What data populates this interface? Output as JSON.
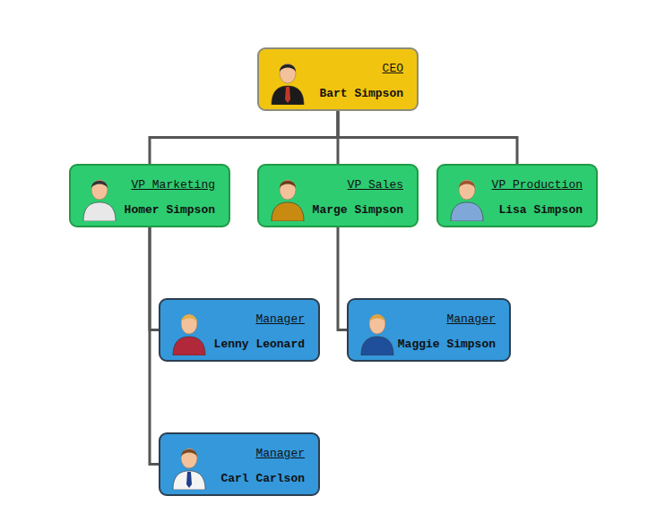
{
  "diagram": {
    "nodes": [
      {
        "text": [
          "CEO",
          "Bart Simpson"
        ]
      },
      {
        "text": [
          "VP Marketing",
          "Homer Simpson"
        ]
      },
      {
        "text": [
          "VP Sales",
          "Marge Simpson"
        ]
      },
      {
        "text": [
          "VP Production",
          "Lisa Simpson"
        ]
      },
      {
        "text": [
          "Manager",
          "Lenny Leonard"
        ]
      },
      {
        "text": [
          "Manager",
          "Maggie Simpson"
        ]
      },
      {
        "text": [
          "Manager",
          "Carl Carlson"
        ]
      }
    ],
    "edges": [
      {
        "from": 0,
        "to": 1,
        "arrow": "none"
      },
      {
        "from": 0,
        "to": 2,
        "arrow": "none"
      },
      {
        "from": 0,
        "to": 3,
        "arrow": "none"
      },
      {
        "from": 1,
        "to": 4,
        "arrow": "none"
      },
      {
        "from": 2,
        "to": 5,
        "arrow": "none"
      },
      {
        "from": 1,
        "to": 6,
        "arrow": "none"
      }
    ]
  }
}
